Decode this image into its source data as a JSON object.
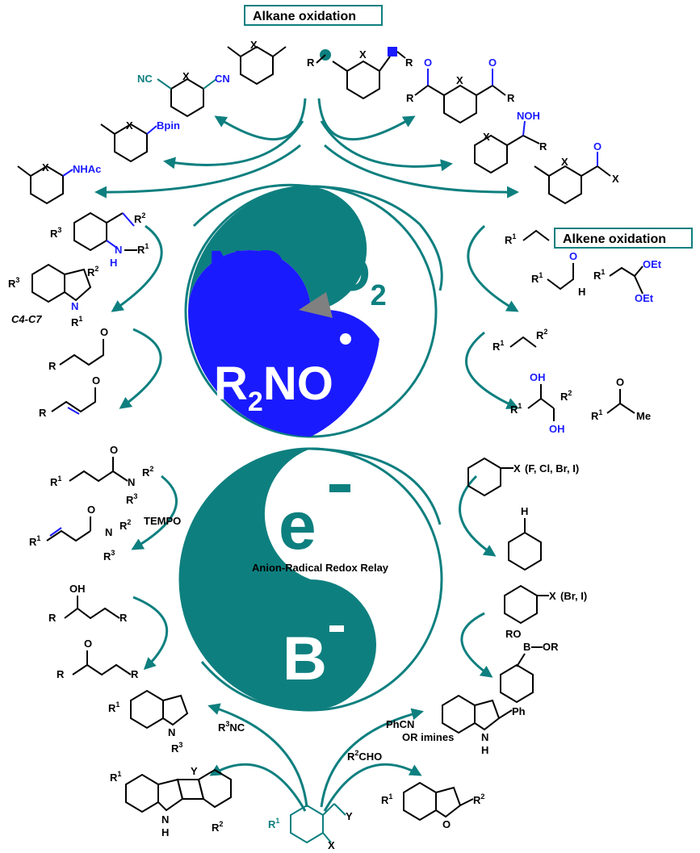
{
  "colors": {
    "teal": "#0e7f7f",
    "blue": "#1a1aff",
    "gray": "#808080"
  },
  "headers": {
    "alkane": "Alkane oxidation",
    "alkene": "Alkene oxidation"
  },
  "core": {
    "no": "NO",
    "o2_main": "O",
    "o2_sub": "2",
    "r2no_r": "R",
    "r2no_sub": "2",
    "r2no_main": "NO",
    "e_main": "e",
    "e_sup": "-",
    "relay": "Anion-Radical Redox Relay",
    "b_main": "B",
    "b_sup": "-"
  },
  "atoms": {
    "X": "X",
    "Y": "Y",
    "N": "N",
    "H": "H",
    "O": "O",
    "R": "R",
    "CN": "CN",
    "NC": "NC",
    "Bpin": "Bpin",
    "NHAc": "NHAc",
    "NOH": "NOH",
    "OEt": "OEt",
    "OH": "OH",
    "Me": "Me",
    "RO": "RO",
    "B": "B",
    "OR": "OR",
    "Ph": "Ph",
    "R1": "R",
    "R2": "R",
    "R3": "R",
    "sup1": "1",
    "sup2": "2",
    "sup3": "3"
  },
  "notes": {
    "c4c7": "C4-C7",
    "tempo": "TEMPO",
    "halides": "(F, Cl, Br, I)",
    "brI": "(Br, I)",
    "r3nc_sup": "3",
    "r3nc_tail": "NC",
    "phcn": "PhCN",
    "orimines": "OR imines",
    "r2cho_sup": "2",
    "r2cho_tail": "CHO"
  }
}
